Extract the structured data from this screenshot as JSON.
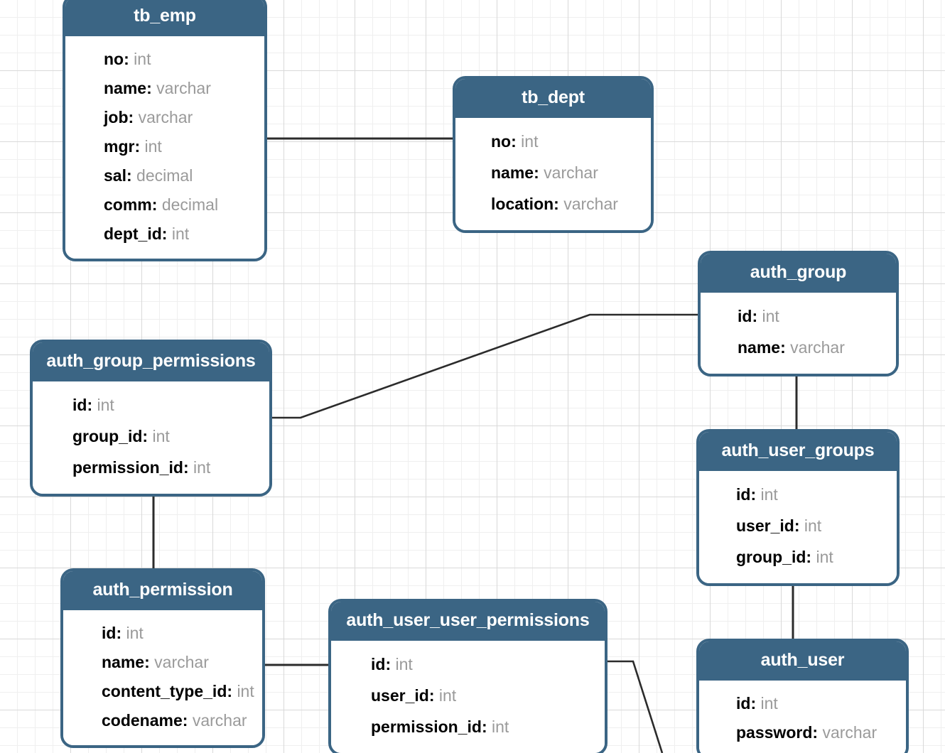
{
  "diagram": {
    "title": "database-er-diagram",
    "colors": {
      "entity_header_bg": "#3b6584",
      "entity_border": "#3b6584",
      "entity_body_bg": "#ffffff",
      "field_name": "#000000",
      "field_type": "#9a9a9a",
      "link_line": "#2b2b2b",
      "grid_minor": "#efefef",
      "grid_major": "#d9d9d9",
      "canvas_bg": "#ffffff"
    },
    "entities": [
      {
        "id": "tb_emp",
        "name": "tb_emp",
        "fields": [
          {
            "name": "no",
            "type": "int"
          },
          {
            "name": "name",
            "type": "varchar"
          },
          {
            "name": "job",
            "type": "varchar"
          },
          {
            "name": "mgr",
            "type": "int"
          },
          {
            "name": "sal",
            "type": "decimal"
          },
          {
            "name": "comm",
            "type": "decimal"
          },
          {
            "name": "dept_id",
            "type": "int"
          }
        ]
      },
      {
        "id": "tb_dept",
        "name": "tb_dept",
        "fields": [
          {
            "name": "no",
            "type": "int"
          },
          {
            "name": "name",
            "type": "varchar"
          },
          {
            "name": "location",
            "type": "varchar"
          }
        ]
      },
      {
        "id": "auth_group",
        "name": "auth_group",
        "fields": [
          {
            "name": "id",
            "type": "int"
          },
          {
            "name": "name",
            "type": "varchar"
          }
        ]
      },
      {
        "id": "auth_group_permissions",
        "name": "auth_group_permissions",
        "fields": [
          {
            "name": "id",
            "type": "int"
          },
          {
            "name": "group_id",
            "type": "int"
          },
          {
            "name": "permission_id",
            "type": "int"
          }
        ]
      },
      {
        "id": "auth_user_groups",
        "name": "auth_user_groups",
        "fields": [
          {
            "name": "id",
            "type": "int"
          },
          {
            "name": "user_id",
            "type": "int"
          },
          {
            "name": "group_id",
            "type": "int"
          }
        ]
      },
      {
        "id": "auth_permission",
        "name": "auth_permission",
        "fields": [
          {
            "name": "id",
            "type": "int"
          },
          {
            "name": "name",
            "type": "varchar"
          },
          {
            "name": "content_type_id",
            "type": "int"
          },
          {
            "name": "codename",
            "type": "varchar"
          }
        ]
      },
      {
        "id": "auth_user_user_permissions",
        "name": "auth_user_user_permissions",
        "fields": [
          {
            "name": "id",
            "type": "int"
          },
          {
            "name": "user_id",
            "type": "int"
          },
          {
            "name": "permission_id",
            "type": "int"
          }
        ]
      },
      {
        "id": "auth_user",
        "name": "auth_user",
        "fields": [
          {
            "name": "id",
            "type": "int"
          },
          {
            "name": "password",
            "type": "varchar"
          }
        ]
      }
    ],
    "relationships": [
      {
        "id": "rel-tb_emp-tb_dept",
        "from": "tb_emp",
        "to": "tb_dept"
      },
      {
        "id": "rel-auth_group_permissions-auth_group",
        "from": "auth_group_permissions",
        "to": "auth_group"
      },
      {
        "id": "rel-auth_group-auth_user_groups",
        "from": "auth_group",
        "to": "auth_user_groups"
      },
      {
        "id": "rel-auth_user_groups-auth_user",
        "from": "auth_user_groups",
        "to": "auth_user"
      },
      {
        "id": "rel-auth_group_permissions-auth_permission",
        "from": "auth_group_permissions",
        "to": "auth_permission"
      },
      {
        "id": "rel-auth_permission-auth_user_user_permissions",
        "from": "auth_permission",
        "to": "auth_user_user_permissions"
      },
      {
        "id": "rel-auth_user_user_permissions-auth_user",
        "from": "auth_user_user_permissions",
        "to": "auth_user"
      }
    ]
  }
}
